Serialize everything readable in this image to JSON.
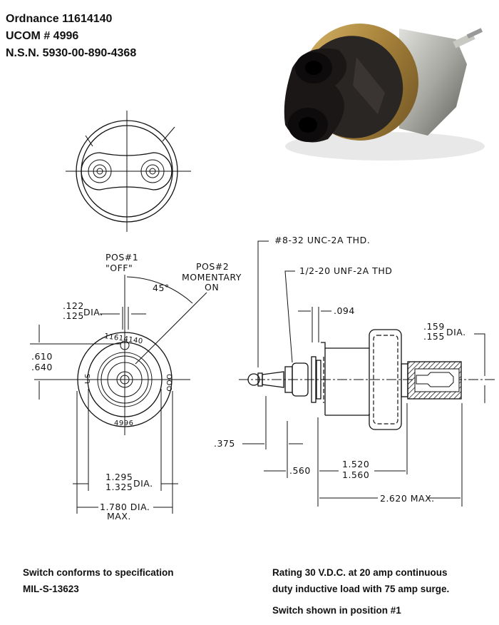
{
  "header": {
    "ordnance": "Ordnance 11614140",
    "ucom": "UCOM # 4996",
    "nsn": "N.S.N. 5930-00-890-4368"
  },
  "front_view": {
    "pos1_line1": "POS#1",
    "pos1_line2": "\"OFF\"",
    "angle": "45°",
    "pos2_line1": "POS#2",
    "pos2_line2": "MOMENTARY",
    "pos2_line3": "ON",
    "pin_dia_top": ".122",
    "pin_dia_bottom": ".125",
    "pin_dia_label": "DIA.",
    "offset_top": ".610",
    "offset_bottom": ".640",
    "part_number": "11614140",
    "ucom_mark": "4996",
    "us_mark": "US",
    "ooo_mark": "OOO",
    "inner_dia_top": "1.295",
    "inner_dia_bottom": "1.325",
    "inner_dia_label": "DIA.",
    "outer_dia": "1.780 DIA.",
    "outer_dia_max": "MAX."
  },
  "side_view": {
    "thread_small": "#8-32 UNC-2A THD.",
    "thread_large": "1/2-20 UNF-2A THD",
    "flange": ".094",
    "socket_dia_top": ".159",
    "socket_dia_bottom": ".155",
    "socket_dia_label": "DIA.",
    "stud_length": ".375",
    "thread_length": ".560",
    "body_length_top": "1.520",
    "body_length_bottom": "1.560",
    "overall_length": "2.620 MAX."
  },
  "notes": {
    "spec_line1": "Switch conforms to specification",
    "spec_line2": "MIL-S-13623",
    "rating_line1": "Rating 30 V.D.C. at 20 amp continuous",
    "rating_line2": "duty inductive load with 75 amp surge.",
    "position": "Switch shown in position #1"
  }
}
